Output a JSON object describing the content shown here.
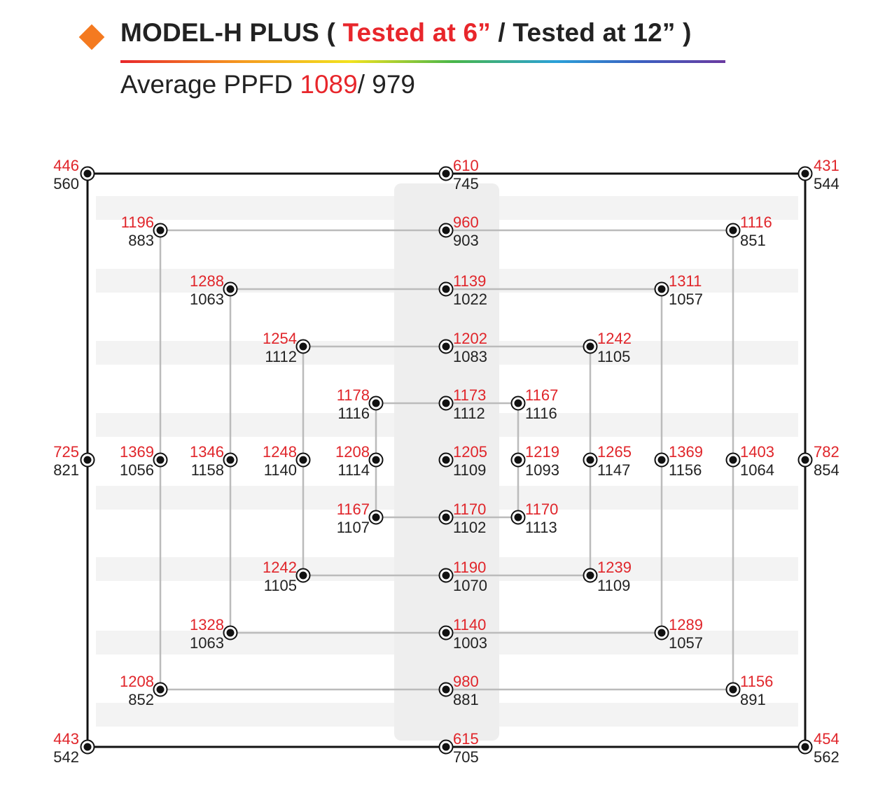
{
  "header": {
    "model": "MODEL-H PLUS",
    "paren_open": " ( ",
    "tested_6": "Tested at 6”",
    "separator": " / ",
    "tested_12": "Tested at 12”",
    "paren_close": " )",
    "avg_label": "Average PPFD ",
    "avg_6": "1089",
    "avg_sep": "/ ",
    "avg_12": "979"
  },
  "colors": {
    "accent_orange": "#f47a20",
    "value_6in": "#e0252a",
    "value_12in": "#222222"
  },
  "measurements": [
    {
      "v6": "446",
      "v12": "560"
    },
    {
      "v6": "610",
      "v12": "745"
    },
    {
      "v6": "431",
      "v12": "544"
    },
    {
      "v6": "1196",
      "v12": "883"
    },
    {
      "v6": "960",
      "v12": "903"
    },
    {
      "v6": "1116",
      "v12": "851"
    },
    {
      "v6": "1288",
      "v12": "1063"
    },
    {
      "v6": "1139",
      "v12": "1022"
    },
    {
      "v6": "1311",
      "v12": "1057"
    },
    {
      "v6": "1254",
      "v12": "1112"
    },
    {
      "v6": "1202",
      "v12": "1083"
    },
    {
      "v6": "1242",
      "v12": "1105"
    },
    {
      "v6": "1178",
      "v12": "1116"
    },
    {
      "v6": "1173",
      "v12": "1112"
    },
    {
      "v6": "1167",
      "v12": "1116"
    },
    {
      "v6": "725",
      "v12": "821"
    },
    {
      "v6": "1369",
      "v12": "1056"
    },
    {
      "v6": "1346",
      "v12": "1158"
    },
    {
      "v6": "1248",
      "v12": "1140"
    },
    {
      "v6": "1208",
      "v12": "1114"
    },
    {
      "v6": "1205",
      "v12": "1109"
    },
    {
      "v6": "1219",
      "v12": "1093"
    },
    {
      "v6": "1265",
      "v12": "1147"
    },
    {
      "v6": "1369",
      "v12": "1156"
    },
    {
      "v6": "1403",
      "v12": "1064"
    },
    {
      "v6": "782",
      "v12": "854"
    },
    {
      "v6": "1167",
      "v12": "1107"
    },
    {
      "v6": "1170",
      "v12": "1102"
    },
    {
      "v6": "1170",
      "v12": "1113"
    },
    {
      "v6": "1242",
      "v12": "1105"
    },
    {
      "v6": "1190",
      "v12": "1070"
    },
    {
      "v6": "1239",
      "v12": "1109"
    },
    {
      "v6": "1328",
      "v12": "1063"
    },
    {
      "v6": "1140",
      "v12": "1003"
    },
    {
      "v6": "1289",
      "v12": "1057"
    },
    {
      "v6": "1208",
      "v12": "852"
    },
    {
      "v6": "980",
      "v12": "881"
    },
    {
      "v6": "1156",
      "v12": "891"
    },
    {
      "v6": "443",
      "v12": "542"
    },
    {
      "v6": "615",
      "v12": "705"
    },
    {
      "v6": "454",
      "v12": "562"
    }
  ]
}
